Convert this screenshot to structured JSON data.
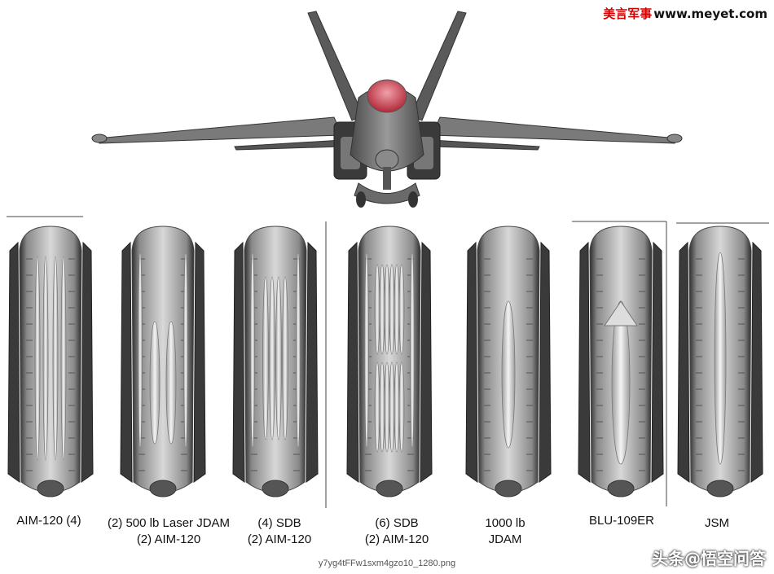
{
  "watermark": {
    "cn": "美言军事",
    "url": "www.meyet.com"
  },
  "bays": [
    {
      "line1": "AIM-120 (4)",
      "line2": "",
      "store": "aim120x4",
      "bracket": true
    },
    {
      "line1": "(2) 500 lb Laser JDAM",
      "line2": "(2) AIM-120",
      "store": "ljdam",
      "bracket": false
    },
    {
      "line1": "(4) SDB",
      "line2": "(2) AIM-120",
      "store": "sdb4",
      "bracket": false
    },
    {
      "line1": "(6) SDB",
      "line2": "(2) AIM-120",
      "store": "sdb6",
      "bracket": false
    },
    {
      "line1": "1000 lb",
      "line2": "JDAM",
      "store": "jdam1000",
      "bracket": false
    },
    {
      "line1": "BLU-109ER",
      "line2": "",
      "store": "blu109",
      "bracket": true
    },
    {
      "line1": "JSM",
      "line2": "",
      "store": "jsm",
      "bracket": true
    }
  ],
  "filename": "y7yg4tFFw1sxm4gzo10_1280.png",
  "brand": "头条@悟空问答",
  "colors": {
    "bay": "#9a9a9a",
    "bay_dark": "#3a3a3a",
    "canopy": "#c8404a",
    "jet": "#6a6a6a"
  }
}
